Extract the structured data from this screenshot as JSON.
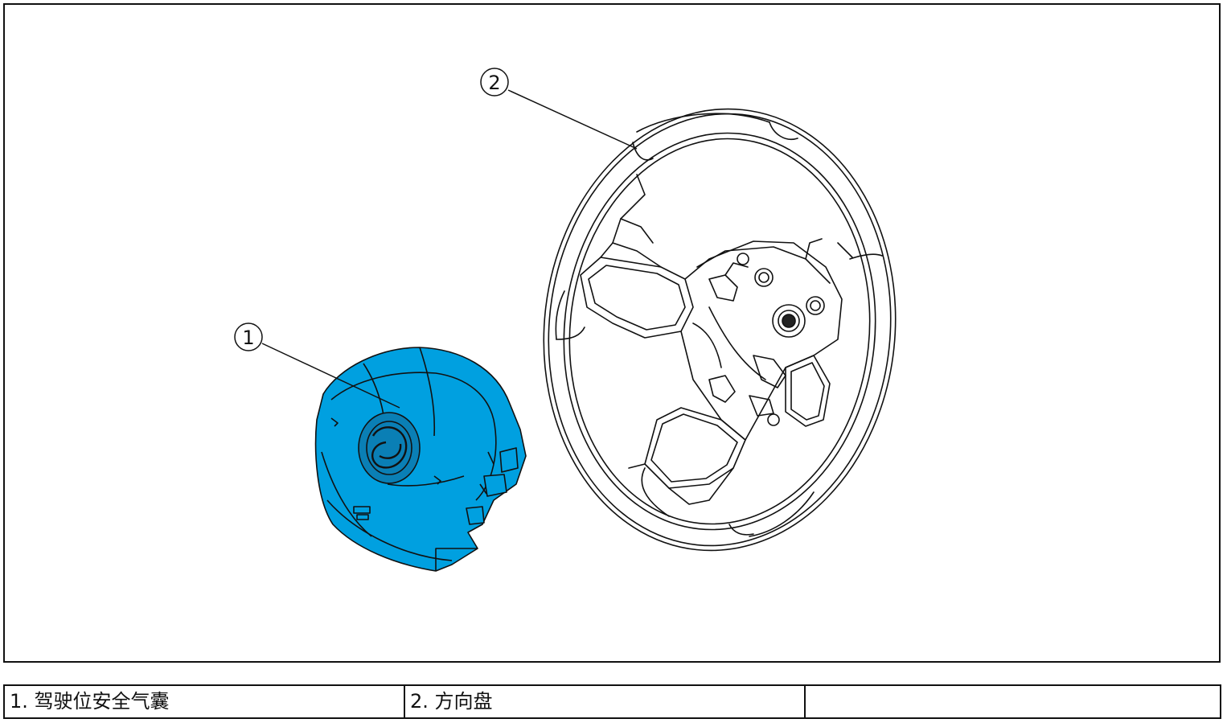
{
  "callouts": [
    {
      "number": "1"
    },
    {
      "number": "2"
    }
  ],
  "legend": [
    {
      "text": "1. 驾驶位安全气囊"
    },
    {
      "text": "2. 方向盘"
    },
    {
      "text": ""
    }
  ],
  "colors": {
    "airbag_fill": "#00a0e0",
    "line": "#111111"
  }
}
